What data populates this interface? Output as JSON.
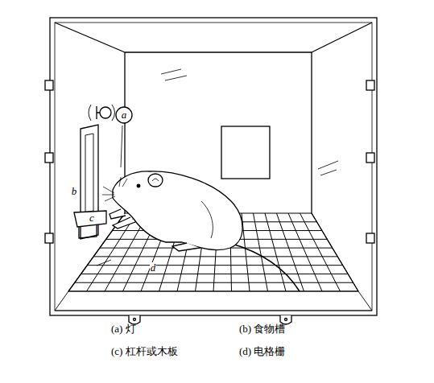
{
  "diagram": {
    "labels": [
      "a",
      "b",
      "c",
      "d",
      "(a) 灯",
      "(b) 食物槽",
      "(c) 杠杆或木板",
      "(d) 电格栅"
    ]
  }
}
